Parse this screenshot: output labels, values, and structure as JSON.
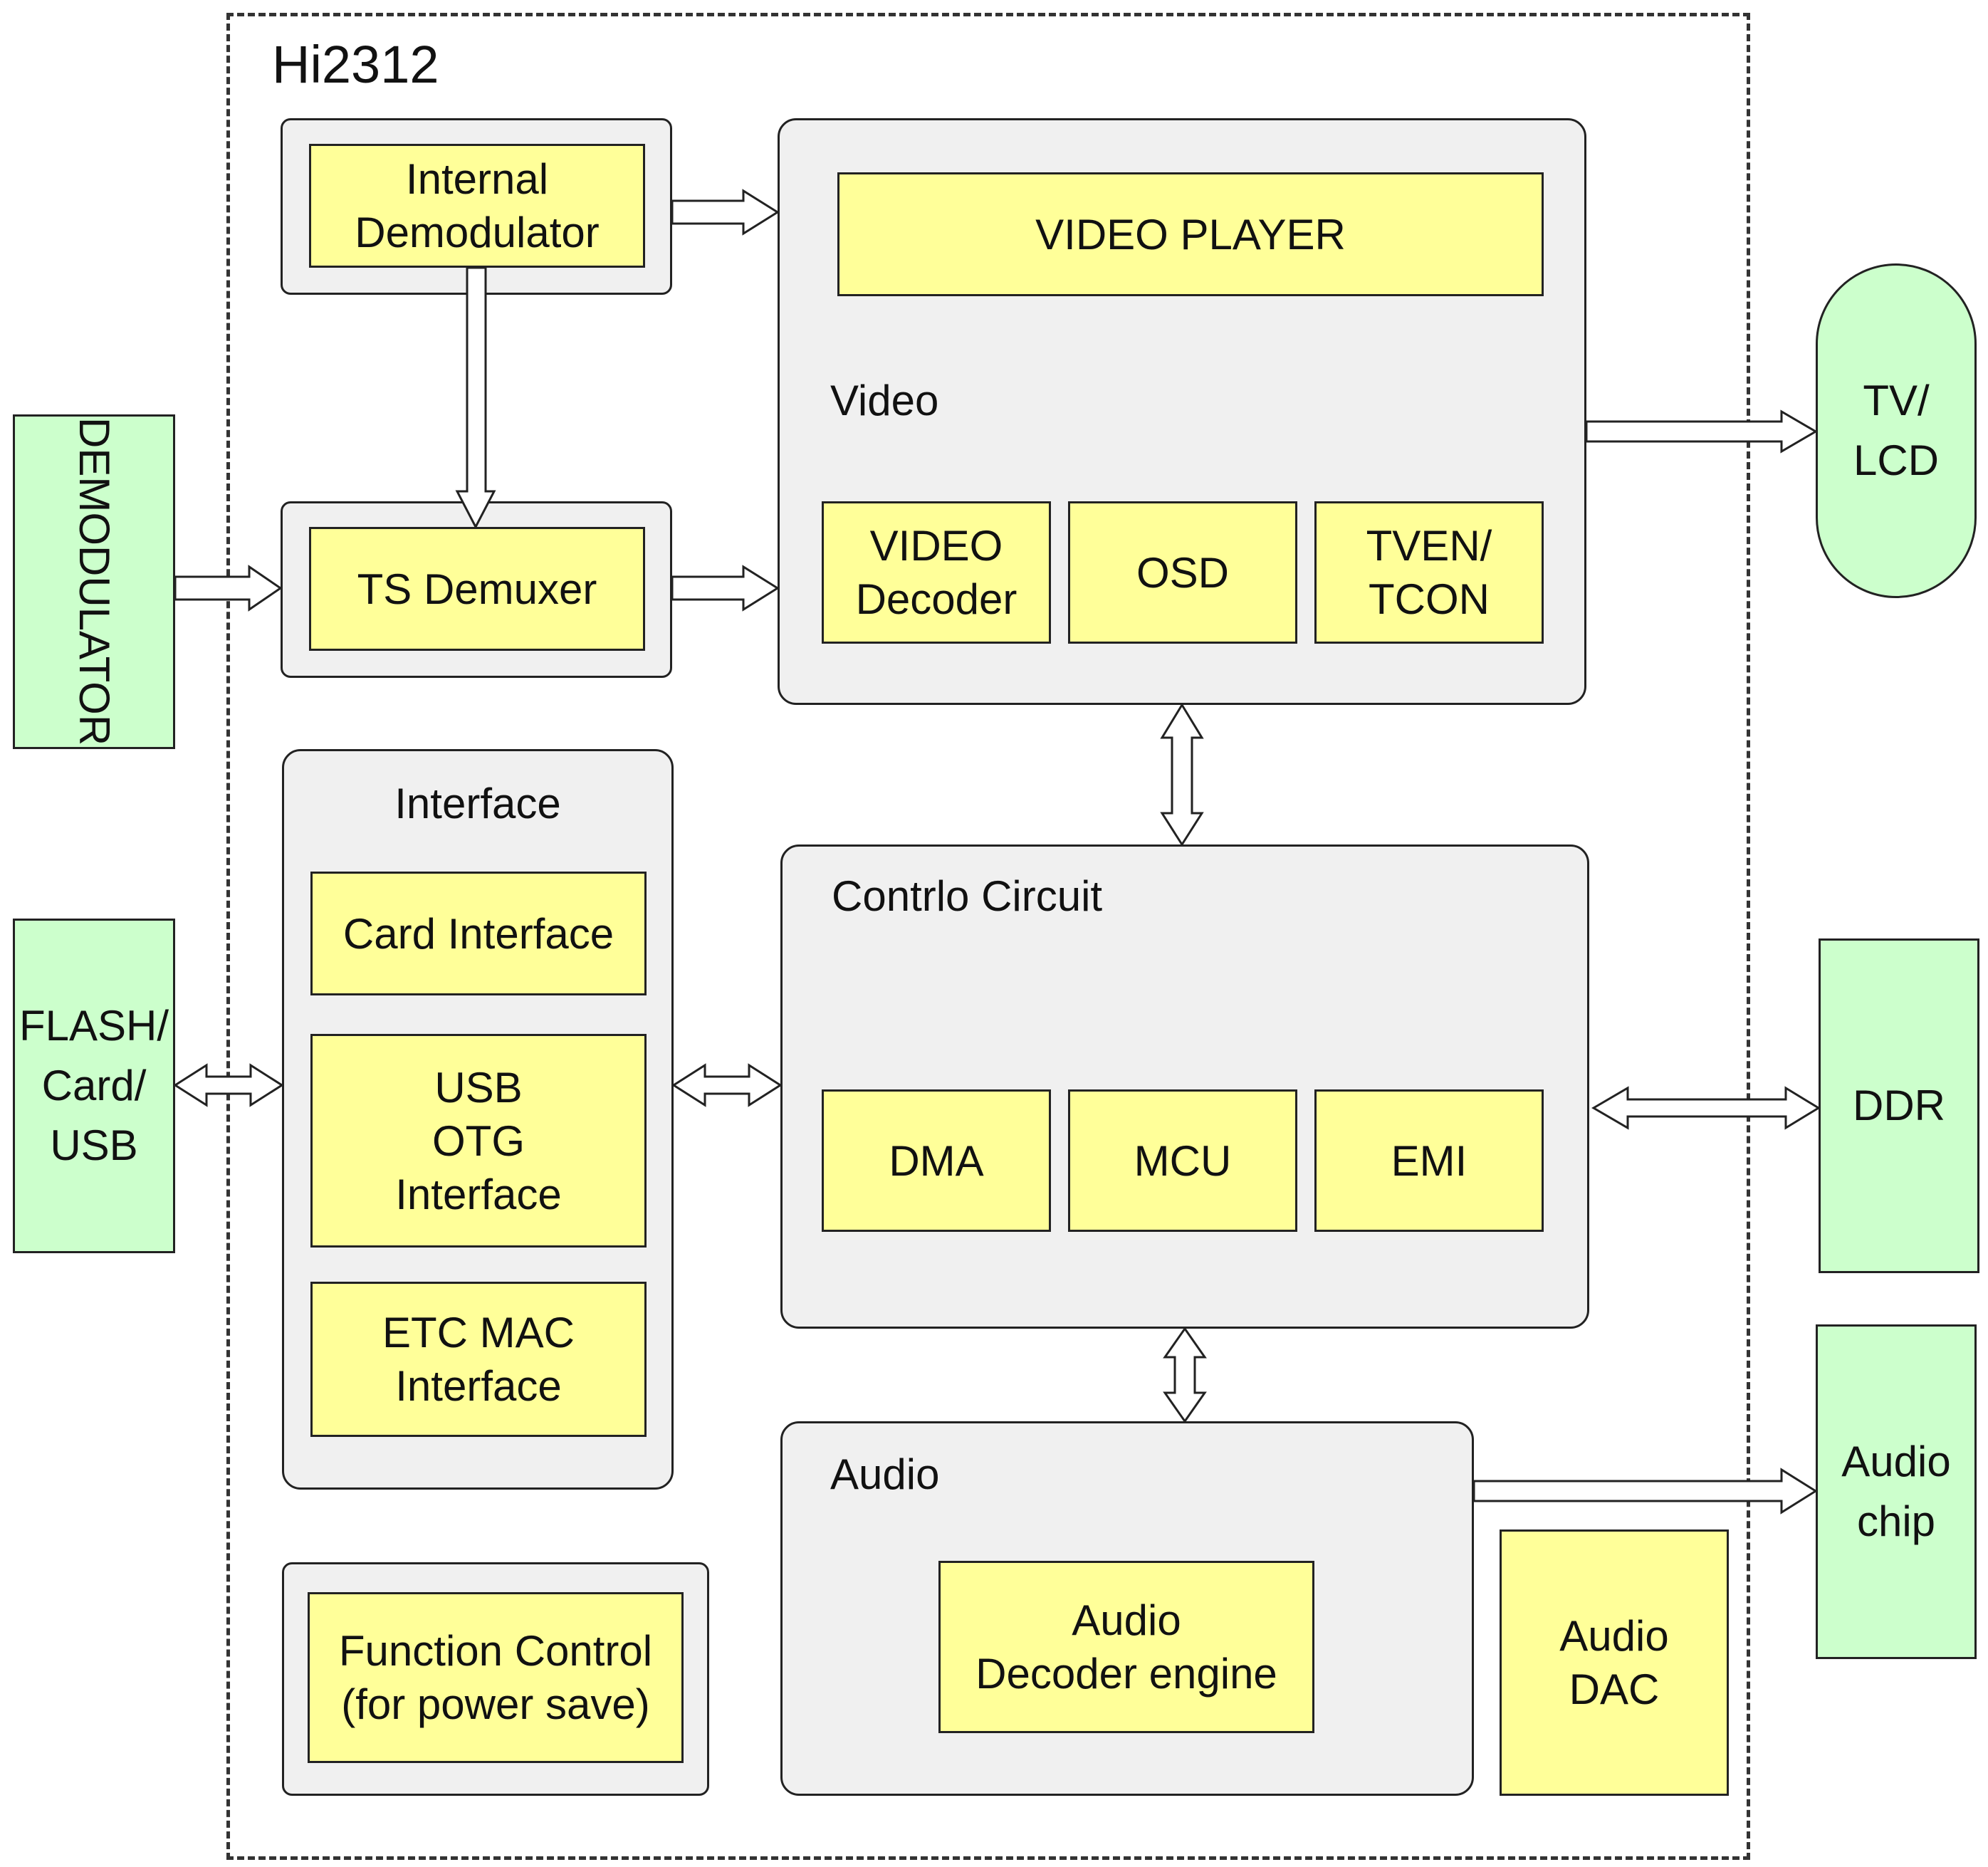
{
  "chip": {
    "title": "Hi2312"
  },
  "external": {
    "demodulator": "DEMODULATOR",
    "flash": "FLASH/\nCard/\nUSB",
    "tv": "TV/\nLCD",
    "ddr": "DDR",
    "audio_chip": "Audio\nchip"
  },
  "blocks": {
    "internal_demodulator": "Internal\nDemodulator",
    "ts_demuxer": "TS Demuxer",
    "video_player": "VIDEO PLAYER",
    "video_decoder": "VIDEO\nDecoder",
    "osd": "OSD",
    "tven": "TVEN/\nTCON",
    "card_interface": "Card Interface",
    "usb_otg": "USB\nOTG\nInterface",
    "etc_mac": "ETC MAC\nInterface",
    "dma": "DMA",
    "mcu": "MCU",
    "emi": "EMI",
    "audio_decoder": "Audio\nDecoder engine",
    "audio_dac": "Audio\nDAC",
    "function_control": "Function Control\n(for power save)"
  },
  "panels": {
    "video": "Video",
    "interface": "Interface",
    "control": "Contrlo Circuit",
    "audio": "Audio"
  },
  "colors": {
    "block": "#ffff99",
    "external": "#ccffcc",
    "panel": "#f0f0f0",
    "outline": "#222222"
  }
}
